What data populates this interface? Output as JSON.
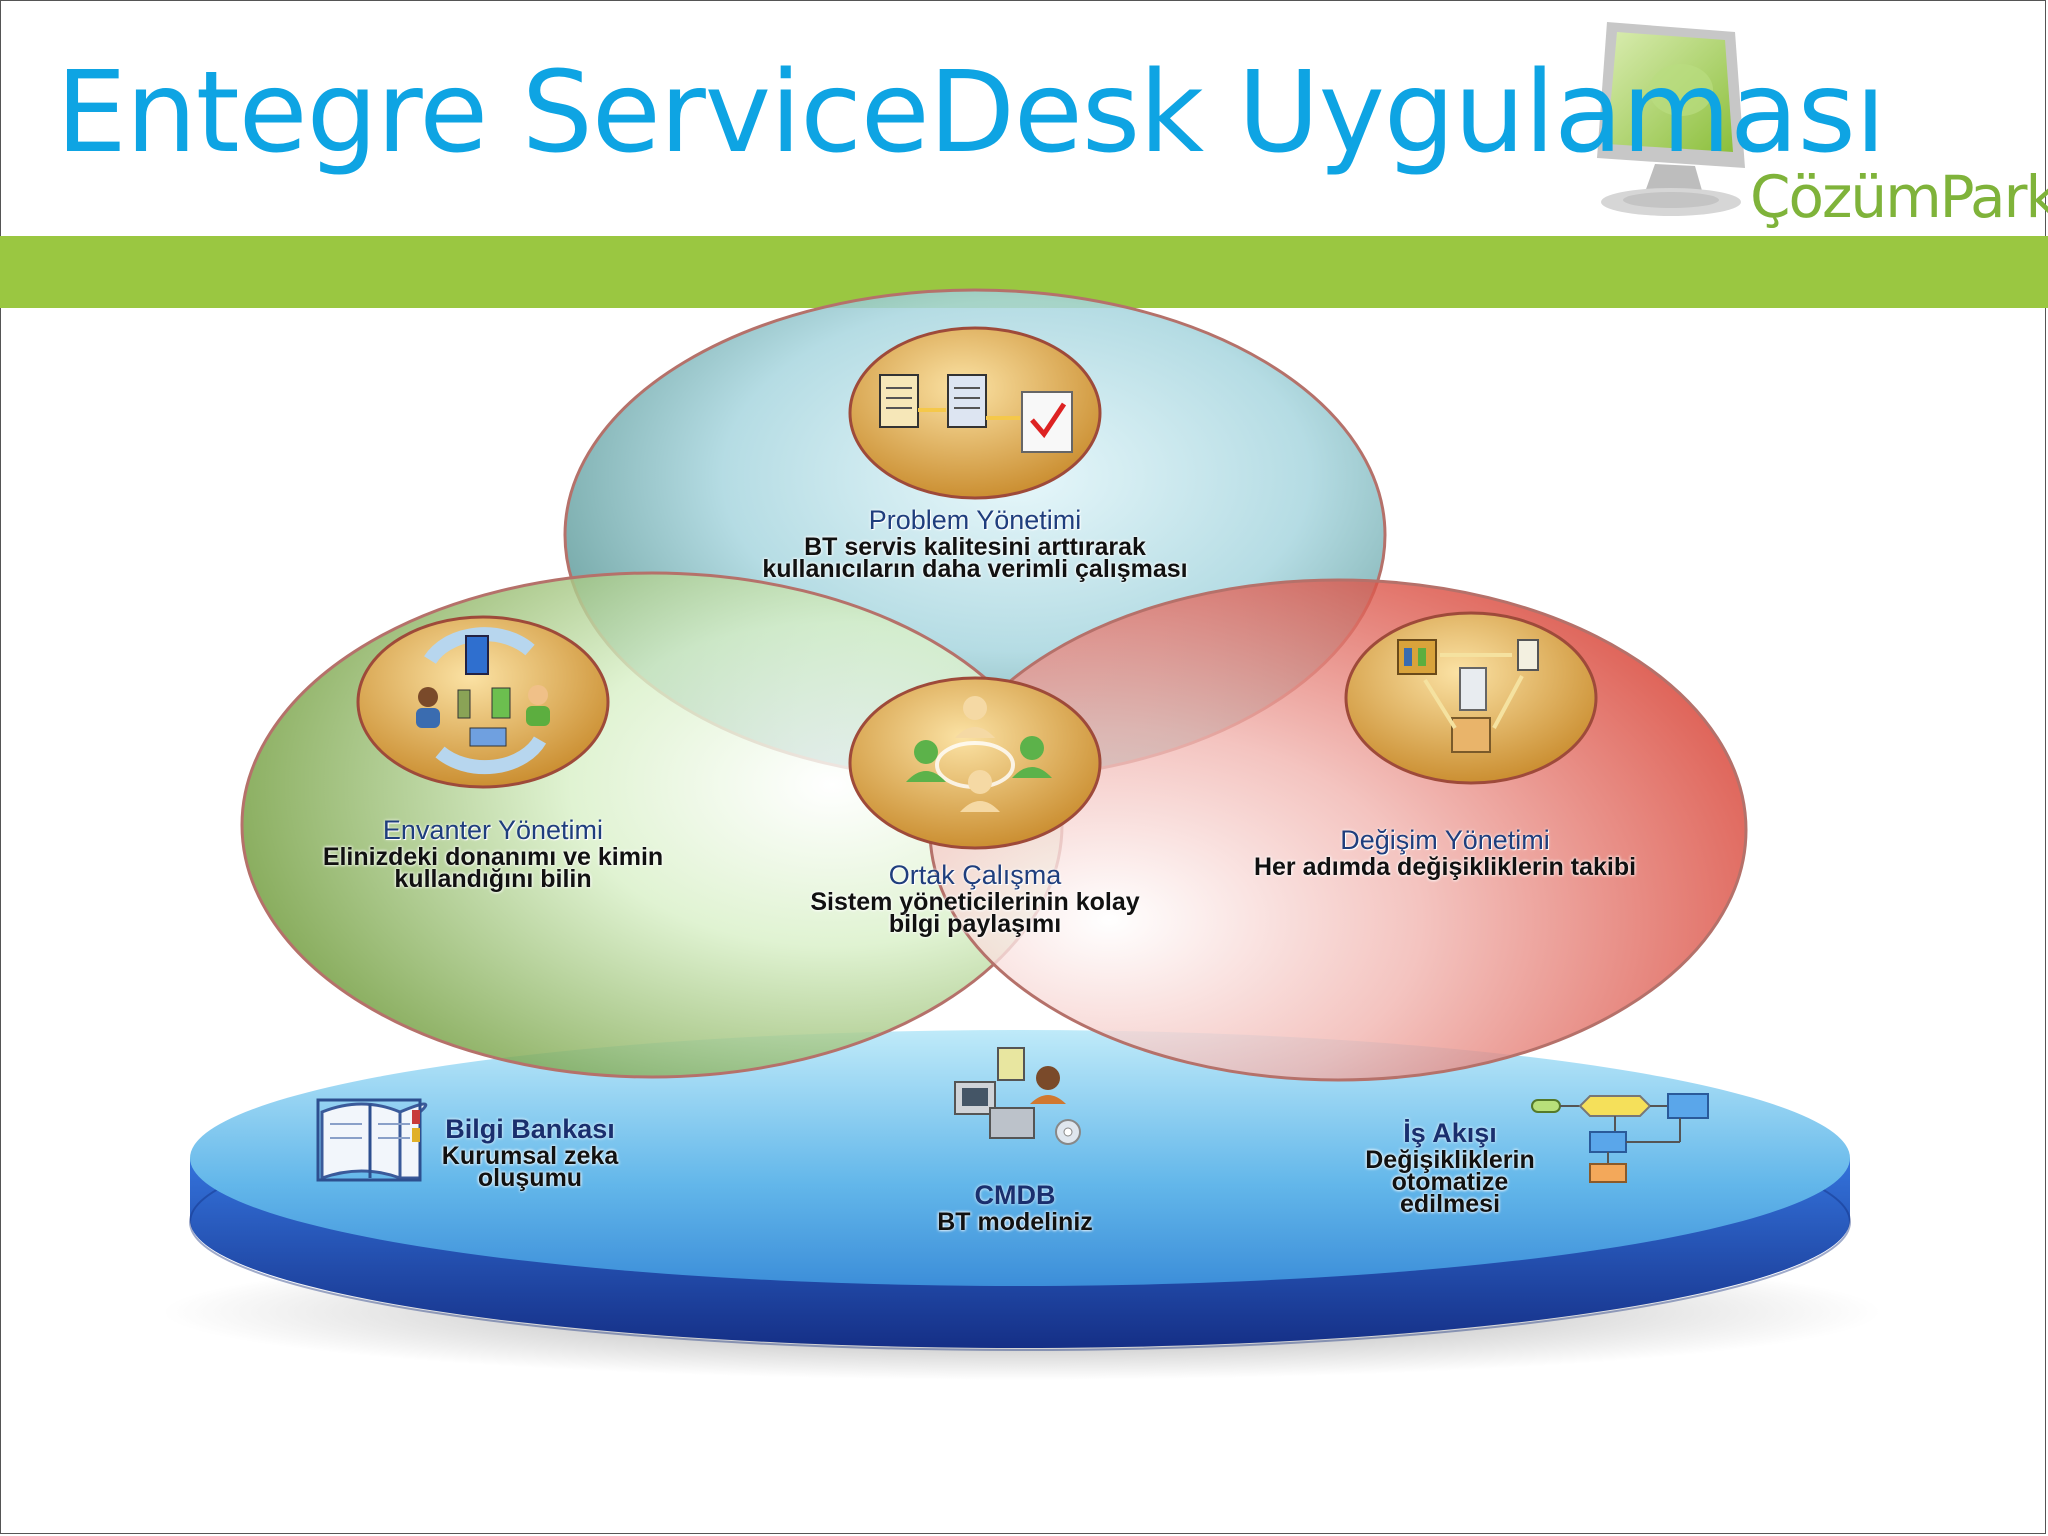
{
  "title": "Entegre ServiceDesk Uygulaması",
  "logo": {
    "text": "ÇözümPark",
    "color": "#7fb33a"
  },
  "colors": {
    "title": "#0ea4e3",
    "band": "#9ac741",
    "platform": "#1f56c4"
  },
  "circles": {
    "problem": {
      "title": "Problem Yönetimi",
      "line1": "BT servis kalitesini arttırarak",
      "line2": "kullanıcıların daha verimli çalışması",
      "icon": "documents-flow-icon"
    },
    "envanter": {
      "title": "Envanter Yönetimi",
      "line1": "Elinizdeki donanımı ve kimin",
      "line2": "kullandığını bilin",
      "icon": "devices-users-icon"
    },
    "ortak": {
      "title": "Ortak Çalışma",
      "line1": "Sistem yöneticilerinin kolay",
      "line2": "bilgi paylaşımı",
      "icon": "people-collaboration-icon"
    },
    "degisim": {
      "title": "Değişim Yönetimi",
      "line1": "Her adımda değişikliklerin takibi",
      "icon": "change-network-icon"
    }
  },
  "platform": {
    "bilgi": {
      "title": "Bilgi Bankası",
      "line1": "Kurumsal zeka",
      "line2": "oluşumu",
      "icon": "book-icon"
    },
    "cmdb": {
      "title": "CMDB",
      "line1": "BT modeliniz",
      "icon": "computers-admin-icon"
    },
    "is": {
      "title": "İş Akışı",
      "line1": "Değişikliklerin",
      "line2": "otomatize",
      "line3": "edilmesi",
      "icon": "workflow-icon"
    }
  }
}
